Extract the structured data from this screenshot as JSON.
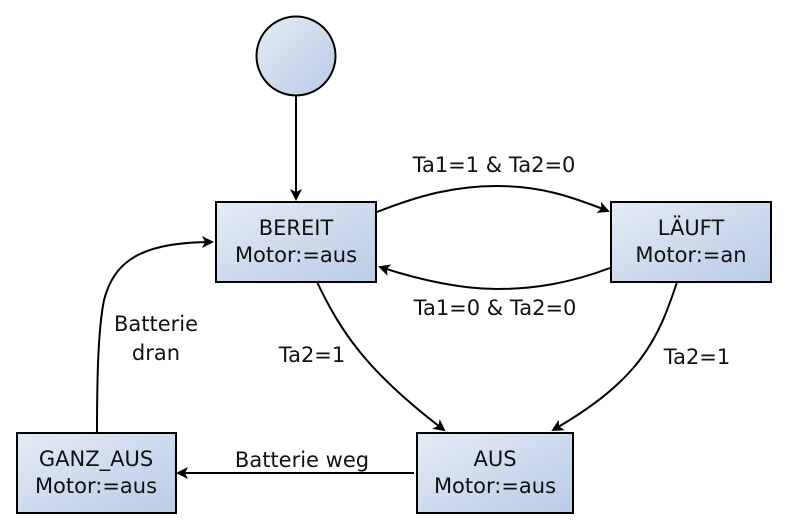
{
  "diagram": {
    "type": "state-machine",
    "colors": {
      "fill_light": "#e4ecf6",
      "fill_dark": "#b9cbe5",
      "stroke": "#000000",
      "text": "#111111"
    },
    "initial_state": {
      "id": "start",
      "to": "bereit"
    },
    "states": [
      {
        "id": "bereit",
        "name": "BEREIT",
        "action": "Motor:=aus"
      },
      {
        "id": "laeuft",
        "name": "LÄUFT",
        "action": "Motor:=an"
      },
      {
        "id": "aus",
        "name": "AUS",
        "action": "Motor:=aus"
      },
      {
        "id": "ganz_aus",
        "name": "GANZ_AUS",
        "action": "Motor:=aus"
      }
    ],
    "transitions": [
      {
        "from": "bereit",
        "to": "laeuft",
        "label_lines": [
          "Ta1=1 & Ta2=0"
        ]
      },
      {
        "from": "laeuft",
        "to": "bereit",
        "label_lines": [
          "Ta1=0 & Ta2=0"
        ]
      },
      {
        "from": "bereit",
        "to": "aus",
        "label_lines": [
          "Ta2=1"
        ]
      },
      {
        "from": "laeuft",
        "to": "aus",
        "label_lines": [
          "Ta2=1"
        ]
      },
      {
        "from": "aus",
        "to": "ganz_aus",
        "label_lines": [
          "Batterie weg"
        ]
      },
      {
        "from": "ganz_aus",
        "to": "bereit",
        "label_lines": [
          "Batterie",
          "dran"
        ]
      }
    ]
  }
}
